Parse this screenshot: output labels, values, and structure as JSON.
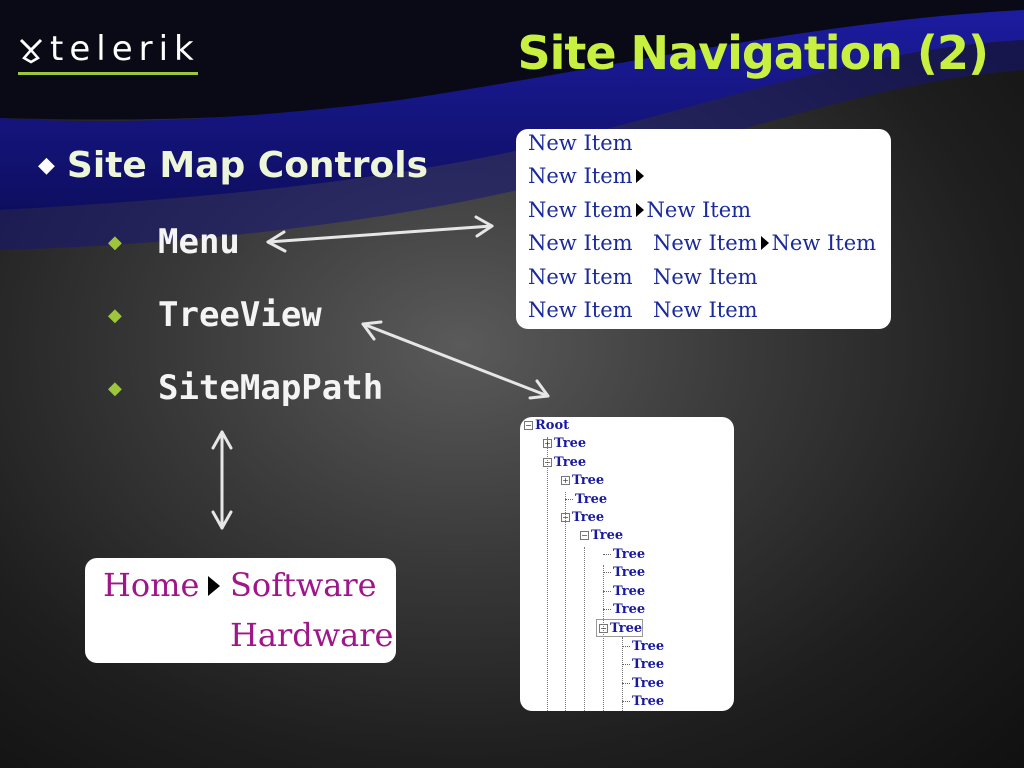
{
  "header": {
    "logo_text": "telerik",
    "title": "Site Navigation (2)"
  },
  "bullets": {
    "main": "Site Map Controls",
    "items": [
      "Menu",
      "TreeView",
      "SiteMapPath"
    ]
  },
  "menu_sample": {
    "rows": [
      [
        "New Item"
      ],
      [
        "New Item"
      ],
      [
        "New Item",
        "New Item"
      ],
      [
        "New Item",
        "New Item",
        "New Item"
      ],
      [
        "New Item",
        "New Item"
      ],
      [
        "New Item",
        "New Item"
      ]
    ]
  },
  "tree_sample": {
    "root": "Root",
    "nodes": [
      "Tree",
      "Tree",
      "Tree",
      "Tree",
      "Tree",
      "Tree",
      "Tree",
      "Tree",
      "Tree",
      "Tree",
      "Tree",
      "Tree",
      "Tree",
      "Tree",
      "Tree"
    ]
  },
  "sitemappath_sample": {
    "home": "Home",
    "children": [
      "Software",
      "Hardware"
    ]
  },
  "colors": {
    "accent": "#c8f040",
    "bullet_green": "#9ec63b",
    "banner_blue": "#1a1a8c",
    "link_blue": "#1a2a9a",
    "path_magenta": "#a0168a"
  }
}
